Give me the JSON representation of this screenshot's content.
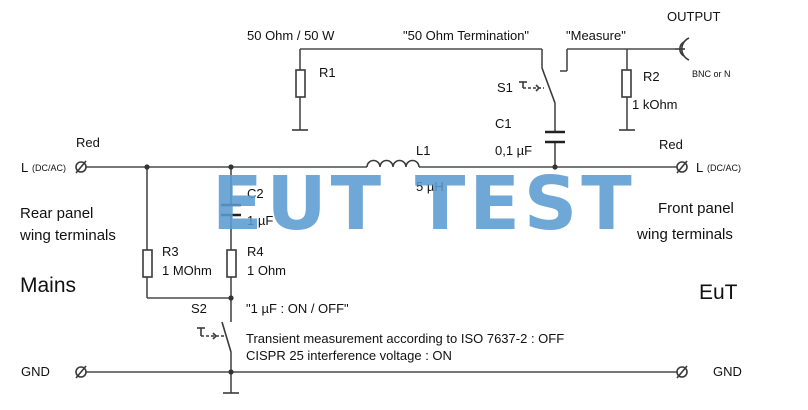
{
  "diagram": {
    "labels": {
      "r1_rating": "50 Ohm / 50 W",
      "r1": "R1",
      "termination": "\"50 Ohm Termination\"",
      "measure": "\"Measure\"",
      "output": "OUTPUT",
      "bnc": "BNC or N",
      "s1": "S1",
      "r2": "R2",
      "r2_value": "1 kOhm",
      "c1": "C1",
      "c1_value": "0,1 µF",
      "l1": "L1",
      "l1_value": "5 µH",
      "red_left": "Red",
      "red_right": "Red",
      "l_left": "L",
      "l_left_sub": "(DC/AC)",
      "l_right": "L",
      "l_right_sub": "(DC/AC)",
      "c2": "C2",
      "c2_value": "1 µF",
      "r3": "R3",
      "r3_value": "1 MOhm",
      "r4": "R4",
      "r4_value": "1 Ohm",
      "rear_panel_1": "Rear panel",
      "rear_panel_2": "wing terminals",
      "front_panel_1": "Front panel",
      "front_panel_2": "wing terminals",
      "mains": "Mains",
      "eut": "EuT",
      "s2": "S2",
      "s2_mode": "\"1 µF : ON / OFF\"",
      "note_1": "Transient measurement according to ISO 7637-2 : OFF",
      "note_2": "CISPR 25 interference voltage : ON",
      "gnd_left": "GND",
      "gnd_right": "GND"
    },
    "watermark": "EUT TEST",
    "colors": {
      "wire": "#4a4a4a",
      "watermark": "#5b9bd0"
    }
  }
}
